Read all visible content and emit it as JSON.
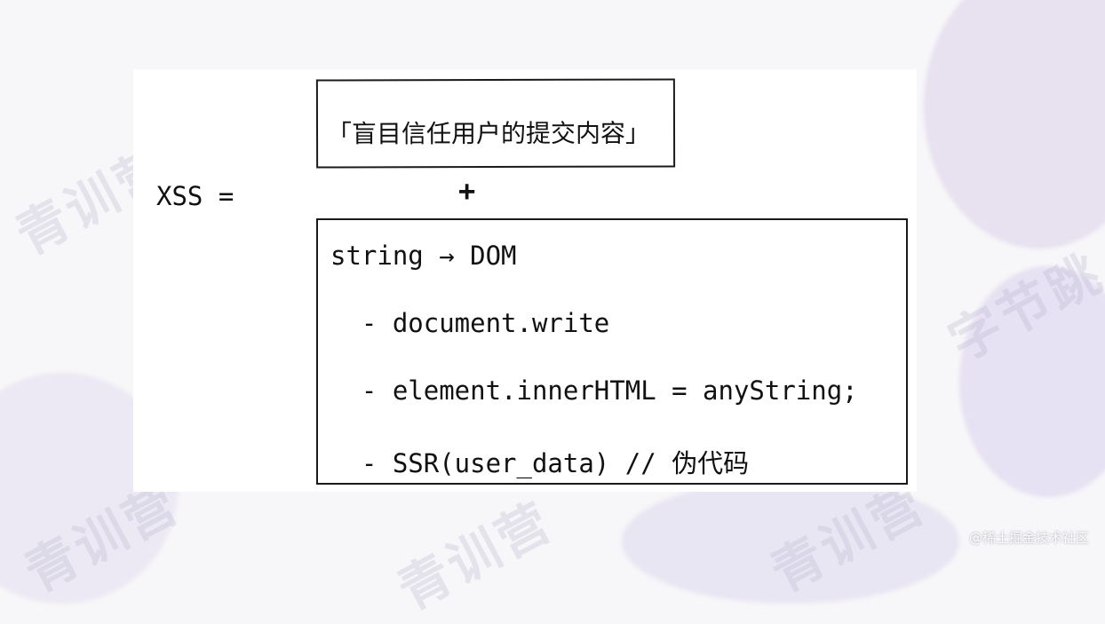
{
  "equation": {
    "lhs": "XSS =",
    "operator": "+"
  },
  "top_box": {
    "text": "「盲目信任用户的提交内容」"
  },
  "bottom_box": {
    "lines": [
      "string → DOM",
      "  - document.write",
      "  - element.innerHTML = anyString;",
      "  - SSR(user_data) // 伪代码"
    ]
  },
  "watermark": {
    "text": "青训营",
    "text_alt": "字节跳",
    "credit": "@稀土掘金技术社区"
  }
}
